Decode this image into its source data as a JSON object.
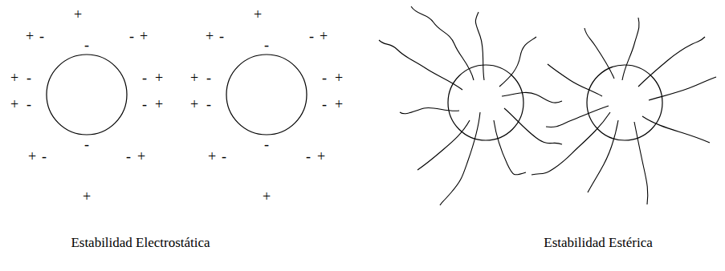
{
  "diagram": {
    "labels": [
      "+",
      "+",
      "-",
      "-",
      "-",
      "+",
      "+",
      "-",
      "-",
      "+",
      "+",
      "-",
      "-",
      "+",
      "+",
      "-",
      "-",
      "-",
      "+",
      "+",
      "+",
      "+",
      "-",
      "-",
      "-",
      "+",
      "+",
      "-",
      "-",
      "+",
      "+",
      "-",
      "-",
      "+",
      "+",
      "-",
      "-",
      "-",
      "+",
      "+",
      "Estabilidad Electrostática",
      "Estabilidad Estérica"
    ]
  }
}
